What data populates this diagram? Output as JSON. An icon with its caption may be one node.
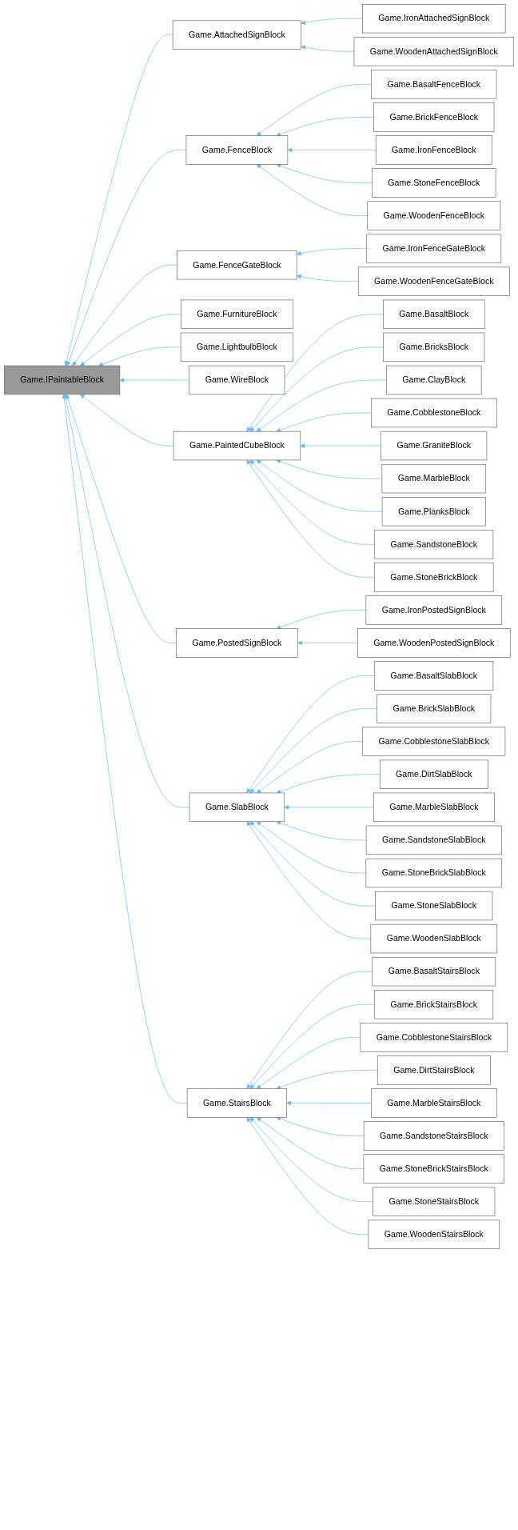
{
  "diagram": {
    "nodes": [
      {
        "text": [
          "Game.IPaintableBlock"
        ]
      },
      {
        "text": [
          "Game.AttachedSignBlock"
        ]
      },
      {
        "text": [
          "Game.IronAttachedSignBlock"
        ]
      },
      {
        "text": [
          "Game.WoodenAttachedSignBlock"
        ]
      },
      {
        "text": [
          "Game.FenceBlock"
        ]
      },
      {
        "text": [
          "Game.BasaltFenceBlock"
        ]
      },
      {
        "text": [
          "Game.BrickFenceBlock"
        ]
      },
      {
        "text": [
          "Game.IronFenceBlock"
        ]
      },
      {
        "text": [
          "Game.StoneFenceBlock"
        ]
      },
      {
        "text": [
          "Game.WoodenFenceBlock"
        ]
      },
      {
        "text": [
          "Game.FenceGateBlock"
        ]
      },
      {
        "text": [
          "Game.IronFenceGateBlock"
        ]
      },
      {
        "text": [
          "Game.WoodenFenceGateBlock"
        ]
      },
      {
        "text": [
          "Game.FurnitureBlock"
        ]
      },
      {
        "text": [
          "Game.LightbulbBlock"
        ]
      },
      {
        "text": [
          "Game.PaintedCubeBlock"
        ]
      },
      {
        "text": [
          "Game.BasaltBlock"
        ]
      },
      {
        "text": [
          "Game.BricksBlock"
        ]
      },
      {
        "text": [
          "Game.ClayBlock"
        ]
      },
      {
        "text": [
          "Game.CobblestoneBlock"
        ]
      },
      {
        "text": [
          "Game.GraniteBlock"
        ]
      },
      {
        "text": [
          "Game.MarbleBlock"
        ]
      },
      {
        "text": [
          "Game.PlanksBlock"
        ]
      },
      {
        "text": [
          "Game.SandstoneBlock"
        ]
      },
      {
        "text": [
          "Game.StoneBrickBlock"
        ]
      },
      {
        "text": [
          "Game.PostedSignBlock"
        ]
      },
      {
        "text": [
          "Game.IronPostedSignBlock"
        ]
      },
      {
        "text": [
          "Game.WoodenPostedSignBlock"
        ]
      },
      {
        "text": [
          "Game.SlabBlock"
        ]
      },
      {
        "text": [
          "Game.BasaltSlabBlock"
        ]
      },
      {
        "text": [
          "Game.BrickSlabBlock"
        ]
      },
      {
        "text": [
          "Game.CobblestoneSlabBlock"
        ]
      },
      {
        "text": [
          "Game.DirtSlabBlock"
        ]
      },
      {
        "text": [
          "Game.MarbleSlabBlock"
        ]
      },
      {
        "text": [
          "Game.SandstoneSlabBlock"
        ]
      },
      {
        "text": [
          "Game.StoneBrickSlabBlock"
        ]
      },
      {
        "text": [
          "Game.StoneSlabBlock"
        ]
      },
      {
        "text": [
          "Game.WoodenSlabBlock"
        ]
      },
      {
        "text": [
          "Game.StairsBlock"
        ]
      },
      {
        "text": [
          "Game.BasaltStairsBlock"
        ]
      },
      {
        "text": [
          "Game.BrickStairsBlock"
        ]
      },
      {
        "text": [
          "Game.CobblestoneStairsBlock"
        ]
      },
      {
        "text": [
          "Game.DirtStairsBlock"
        ]
      },
      {
        "text": [
          "Game.MarbleStairsBlock"
        ]
      },
      {
        "text": [
          "Game.SandstoneStairsBlock"
        ]
      },
      {
        "text": [
          "Game.StoneBrickStairsBlock"
        ]
      },
      {
        "text": [
          "Game.StoneStairsBlock"
        ]
      },
      {
        "text": [
          "Game.WoodenStairsBlock"
        ]
      },
      {
        "text": [
          "Game.WireBlock"
        ]
      }
    ],
    "edges": [
      {
        "from": 1,
        "to": 0,
        "arrow": "to"
      },
      {
        "from": 2,
        "to": 1,
        "arrow": "to"
      },
      {
        "from": 3,
        "to": 1,
        "arrow": "to"
      },
      {
        "from": 4,
        "to": 0,
        "arrow": "to"
      },
      {
        "from": 5,
        "to": 4,
        "arrow": "to"
      },
      {
        "from": 6,
        "to": 4,
        "arrow": "to"
      },
      {
        "from": 7,
        "to": 4,
        "arrow": "to"
      },
      {
        "from": 8,
        "to": 4,
        "arrow": "to"
      },
      {
        "from": 9,
        "to": 4,
        "arrow": "to"
      },
      {
        "from": 10,
        "to": 0,
        "arrow": "to"
      },
      {
        "from": 11,
        "to": 10,
        "arrow": "to"
      },
      {
        "from": 12,
        "to": 10,
        "arrow": "to"
      },
      {
        "from": 13,
        "to": 0,
        "arrow": "to"
      },
      {
        "from": 14,
        "to": 0,
        "arrow": "to"
      },
      {
        "from": 48,
        "to": 0,
        "arrow": "to"
      },
      {
        "from": 15,
        "to": 0,
        "arrow": "to"
      },
      {
        "from": 16,
        "to": 15,
        "arrow": "to"
      },
      {
        "from": 17,
        "to": 15,
        "arrow": "to"
      },
      {
        "from": 18,
        "to": 15,
        "arrow": "to"
      },
      {
        "from": 19,
        "to": 15,
        "arrow": "to"
      },
      {
        "from": 20,
        "to": 15,
        "arrow": "to"
      },
      {
        "from": 21,
        "to": 15,
        "arrow": "to"
      },
      {
        "from": 22,
        "to": 15,
        "arrow": "to"
      },
      {
        "from": 23,
        "to": 15,
        "arrow": "to"
      },
      {
        "from": 24,
        "to": 15,
        "arrow": "to"
      },
      {
        "from": 25,
        "to": 0,
        "arrow": "to"
      },
      {
        "from": 26,
        "to": 25,
        "arrow": "to"
      },
      {
        "from": 27,
        "to": 25,
        "arrow": "to"
      },
      {
        "from": 28,
        "to": 0,
        "arrow": "to"
      },
      {
        "from": 29,
        "to": 28,
        "arrow": "to"
      },
      {
        "from": 30,
        "to": 28,
        "arrow": "to"
      },
      {
        "from": 31,
        "to": 28,
        "arrow": "to"
      },
      {
        "from": 32,
        "to": 28,
        "arrow": "to"
      },
      {
        "from": 33,
        "to": 28,
        "arrow": "to"
      },
      {
        "from": 34,
        "to": 28,
        "arrow": "to"
      },
      {
        "from": 35,
        "to": 28,
        "arrow": "to"
      },
      {
        "from": 36,
        "to": 28,
        "arrow": "to"
      },
      {
        "from": 37,
        "to": 28,
        "arrow": "to"
      },
      {
        "from": 38,
        "to": 0,
        "arrow": "to"
      },
      {
        "from": 39,
        "to": 38,
        "arrow": "to"
      },
      {
        "from": 40,
        "to": 38,
        "arrow": "to"
      },
      {
        "from": 41,
        "to": 38,
        "arrow": "to"
      },
      {
        "from": 42,
        "to": 38,
        "arrow": "to"
      },
      {
        "from": 43,
        "to": 38,
        "arrow": "to"
      },
      {
        "from": 44,
        "to": 38,
        "arrow": "to"
      },
      {
        "from": 45,
        "to": 38,
        "arrow": "to"
      },
      {
        "from": 46,
        "to": 38,
        "arrow": "to"
      },
      {
        "from": 47,
        "to": 38,
        "arrow": "to"
      }
    ]
  }
}
